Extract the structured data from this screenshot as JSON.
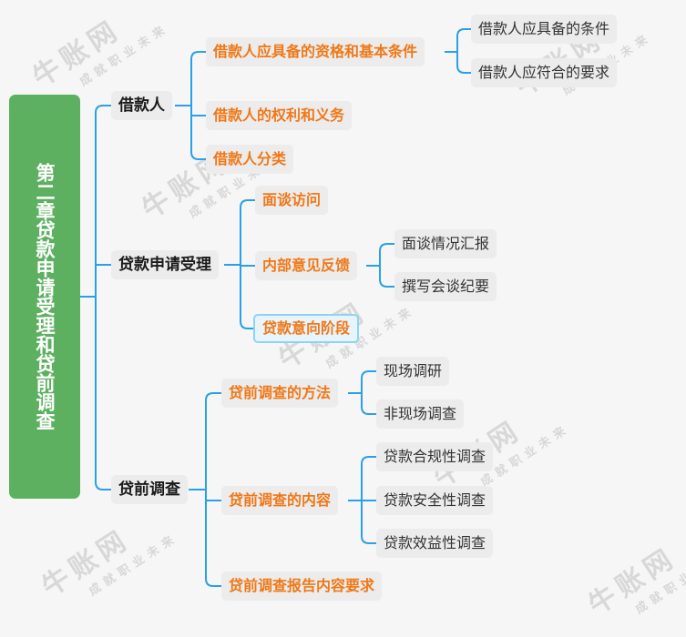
{
  "root": {
    "label": "第二章贷款申请受理和贷前调查"
  },
  "watermark": {
    "text": "牛账网",
    "slogan": "成就职业未来"
  },
  "colors": {
    "line": "#2aa0e6",
    "root_bg": "#5cb060",
    "accent": "#f07818"
  },
  "branches": [
    {
      "label": "借款人",
      "children": [
        {
          "label": "借款人应具备的资格和基本条件",
          "children": [
            {
              "label": "借款人应具备的条件"
            },
            {
              "label": "借款人应符合的要求"
            }
          ]
        },
        {
          "label": "借款人的权利和义务"
        },
        {
          "label": "借款人分类"
        }
      ]
    },
    {
      "label": "贷款申请受理",
      "children": [
        {
          "label": "面谈访问"
        },
        {
          "label": "内部意见反馈",
          "children": [
            {
              "label": "面谈情况汇报"
            },
            {
              "label": "撰写会谈纪要"
            }
          ]
        },
        {
          "label": "贷款意向阶段",
          "selected": true
        }
      ]
    },
    {
      "label": "贷前调查",
      "children": [
        {
          "label": "贷前调查的方法",
          "children": [
            {
              "label": "现场调研"
            },
            {
              "label": "非现场调查"
            }
          ]
        },
        {
          "label": "贷前调查的内容",
          "children": [
            {
              "label": "贷款合规性调查"
            },
            {
              "label": "贷款安全性调查"
            },
            {
              "label": "贷款效益性调查"
            }
          ]
        },
        {
          "label": "贷前调查报告内容要求"
        }
      ]
    }
  ]
}
